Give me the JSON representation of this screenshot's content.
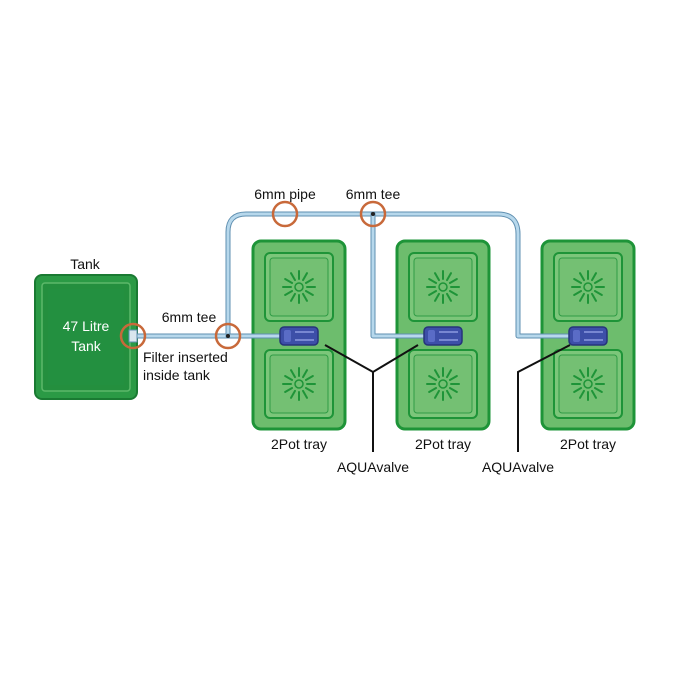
{
  "tank": {
    "title": "Tank",
    "inner_line1": "47 Litre",
    "inner_line2": "Tank"
  },
  "labels": {
    "tee_left": "6mm tee",
    "pipe": "6mm pipe",
    "tee_top": "6mm tee",
    "filter_line1": "Filter inserted",
    "filter_line2": "inside tank",
    "tray1": "2Pot tray",
    "tray2": "2Pot tray",
    "tray3": "2Pot tray",
    "aquavalve1": "AQUAvalve",
    "aquavalve2": "AQUAvalve"
  },
  "colors": {
    "tray_fill": "#6dbd6d",
    "tray_stroke": "#1e9438",
    "tank_fill": "#2b9a45",
    "pipe": "#a9cfe6",
    "pipe_edge": "#5f8fb0",
    "valve": "#3d4fa8",
    "marker": "#c8693a"
  }
}
